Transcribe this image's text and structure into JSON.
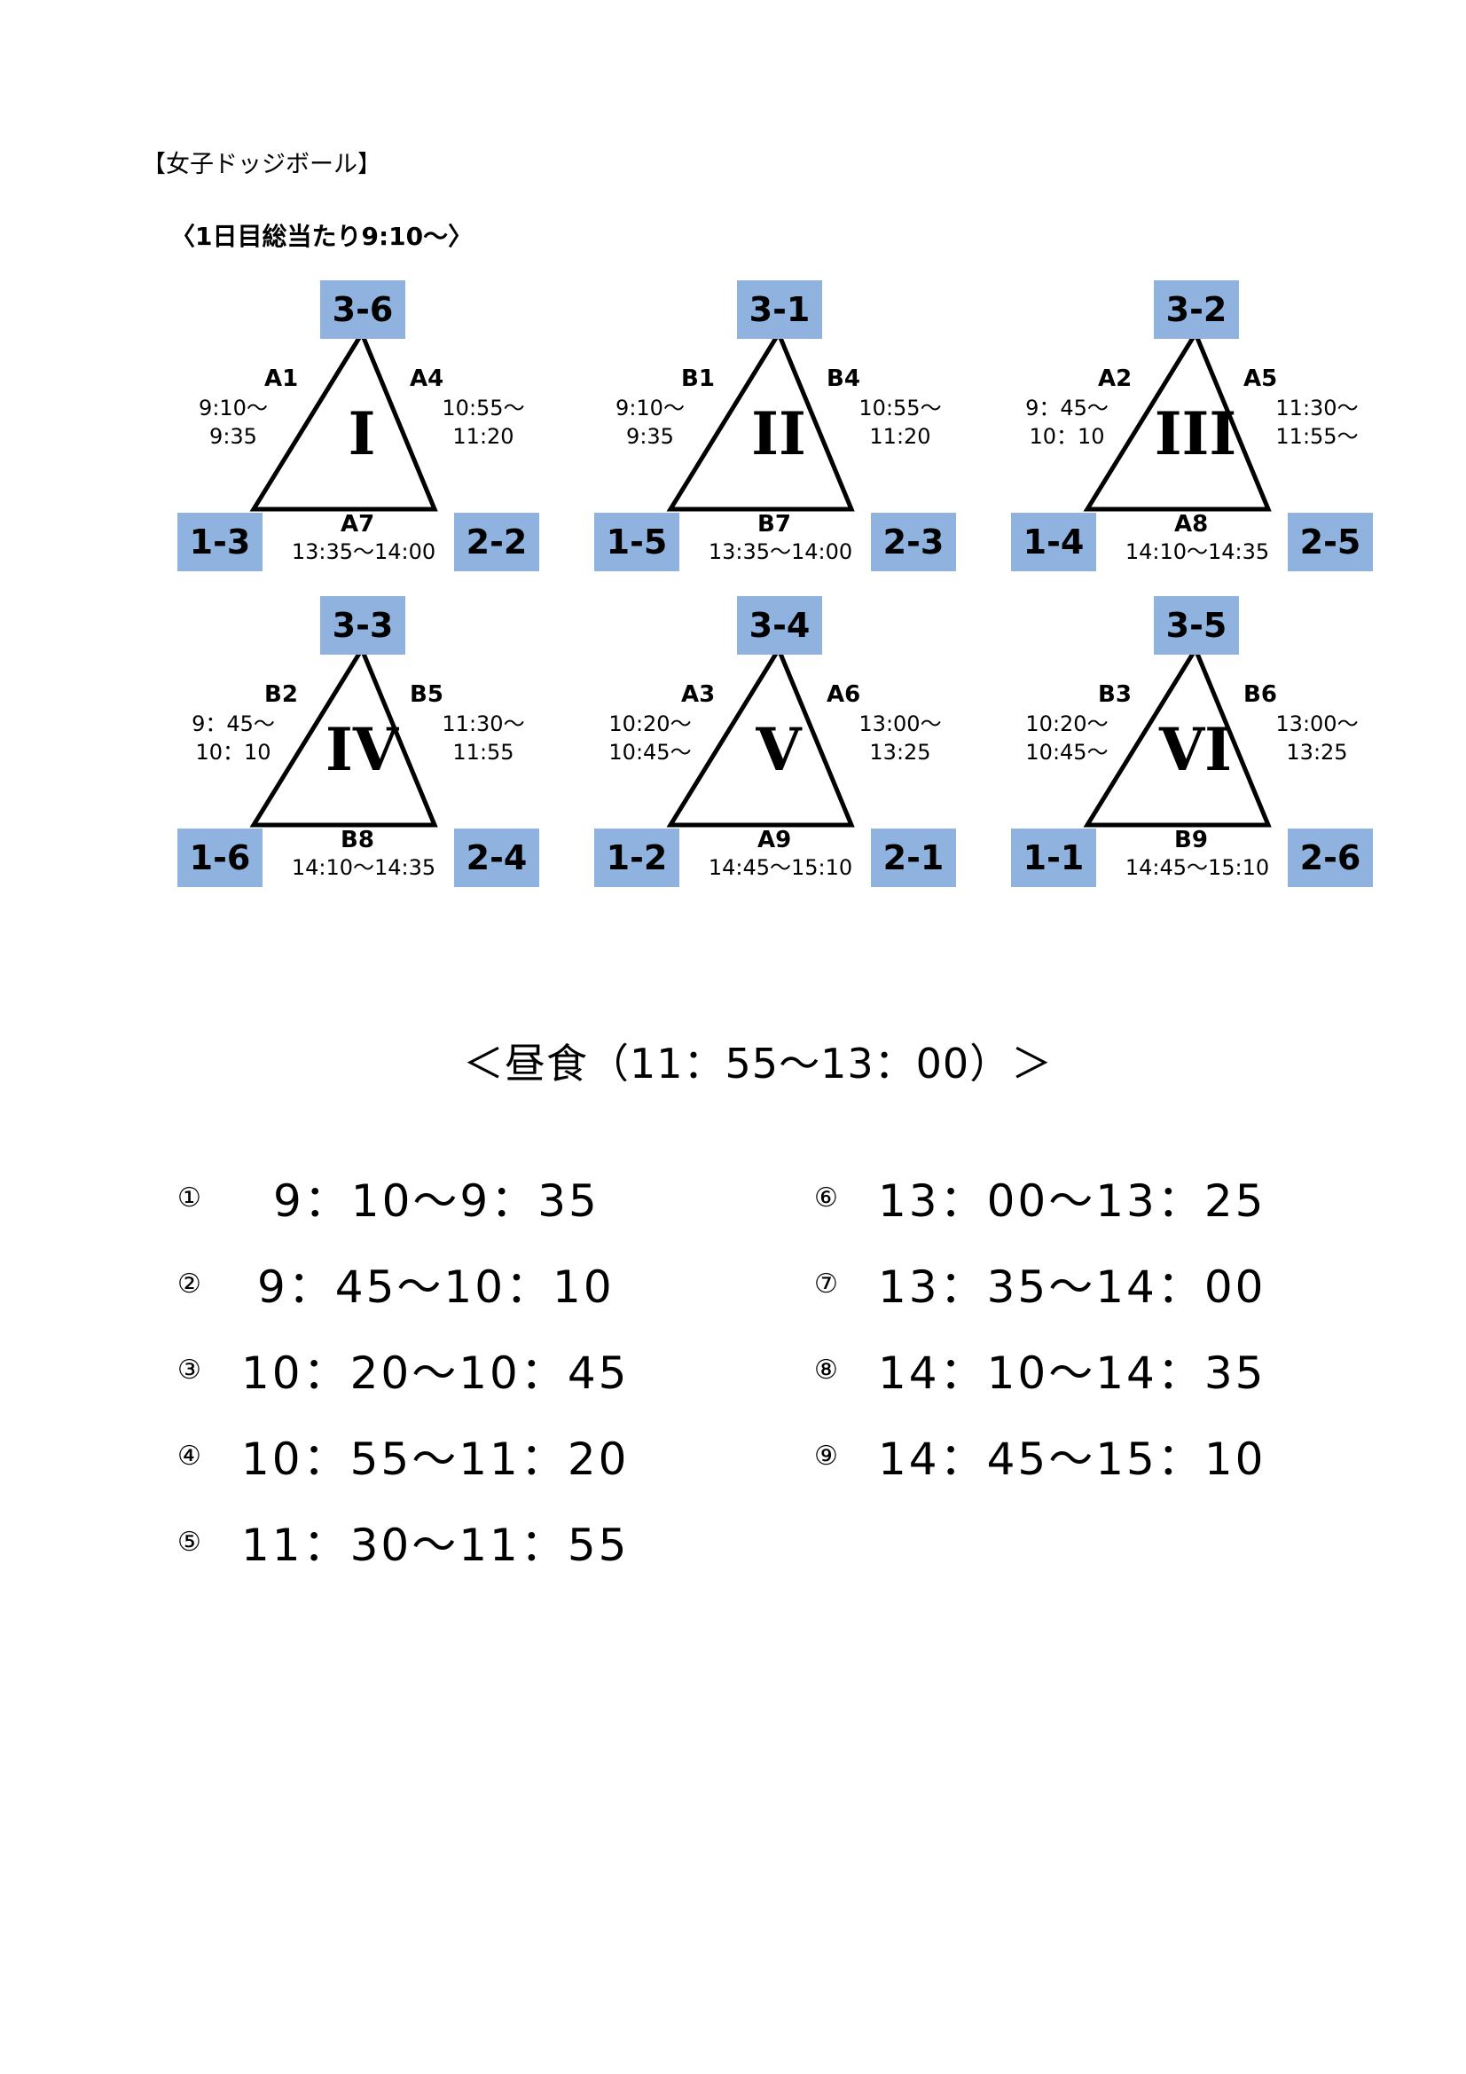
{
  "header": {
    "title": "【女子ドッジボール】",
    "subtitle": "〈1日目総当たり9:10〜〉"
  },
  "groups": [
    {
      "roman": "I",
      "top": "3-6",
      "left": "1-3",
      "right": "2-2",
      "left_match": {
        "label": "A1",
        "time": [
          "9:10〜",
          "9:35"
        ]
      },
      "right_match": {
        "label": "A4",
        "time": [
          "10:55〜",
          "11:20"
        ]
      },
      "bottom_match": {
        "label": "A7",
        "time": "13:35〜14:00"
      }
    },
    {
      "roman": "II",
      "top": "3-1",
      "left": "1-5",
      "right": "2-3",
      "left_match": {
        "label": "B1",
        "time": [
          "9:10〜",
          "9:35"
        ]
      },
      "right_match": {
        "label": "B4",
        "time": [
          "10:55〜",
          "11:20"
        ]
      },
      "bottom_match": {
        "label": "B7",
        "time": "13:35〜14:00"
      }
    },
    {
      "roman": "III",
      "top": "3-2",
      "left": "1-4",
      "right": "2-5",
      "left_match": {
        "label": "A2",
        "time": [
          "9：45〜",
          "10：10"
        ]
      },
      "right_match": {
        "label": "A5",
        "time": [
          "11:30〜",
          "11:55〜"
        ]
      },
      "bottom_match": {
        "label": "A8",
        "time": "14:10〜14:35"
      }
    },
    {
      "roman": "IV",
      "top": "3-3",
      "left": "1-6",
      "right": "2-4",
      "left_match": {
        "label": "B2",
        "time": [
          "9：45〜",
          "10：10"
        ]
      },
      "right_match": {
        "label": "B5",
        "time": [
          "11:30〜",
          "11:55"
        ]
      },
      "bottom_match": {
        "label": "B8",
        "time": "14:10〜14:35"
      }
    },
    {
      "roman": "V",
      "top": "3-4",
      "left": "1-2",
      "right": "2-1",
      "left_match": {
        "label": "A3",
        "time": [
          "10:20〜",
          "10:45〜"
        ]
      },
      "right_match": {
        "label": "A6",
        "time": [
          "13:00〜",
          "13:25"
        ]
      },
      "bottom_match": {
        "label": "A9",
        "time": "14:45〜15:10"
      }
    },
    {
      "roman": "VI",
      "top": "3-5",
      "left": "1-1",
      "right": "2-6",
      "left_match": {
        "label": "B3",
        "time": [
          "10:20〜",
          "10:45〜"
        ]
      },
      "right_match": {
        "label": "B6",
        "time": [
          "13:00〜",
          "13:25"
        ]
      },
      "bottom_match": {
        "label": "B9",
        "time": "14:45〜15:10"
      }
    }
  ],
  "lunch": "＜昼食（11：55〜13：00）＞",
  "slots": [
    {
      "num": "①",
      "time": "9：10〜9：35"
    },
    {
      "num": "②",
      "time": "9：45〜10：10"
    },
    {
      "num": "③",
      "time": "10：20〜10：45"
    },
    {
      "num": "④",
      "time": "10：55〜11：20"
    },
    {
      "num": "⑤",
      "time": "11：30〜11：55"
    },
    {
      "num": "⑥",
      "time": "13：00〜13：25"
    },
    {
      "num": "⑦",
      "time": "13：35〜14：00"
    },
    {
      "num": "⑧",
      "time": "14：10〜14：35"
    },
    {
      "num": "⑨",
      "time": "14：45〜15：10"
    }
  ],
  "colors": {
    "team_box": "#8fb2de"
  }
}
